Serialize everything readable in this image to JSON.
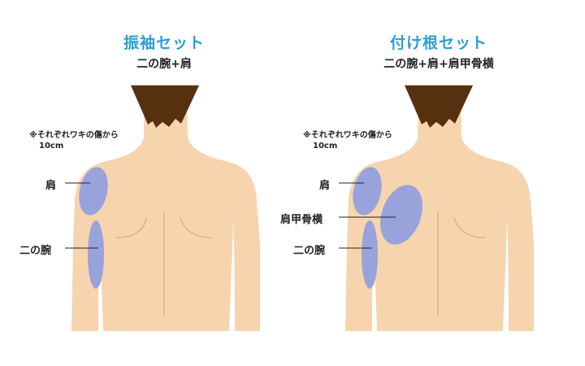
{
  "colors": {
    "title": "#2a9fd8",
    "skin": "#f6d4ae",
    "hair": "#57300f",
    "treatment_area": "#98a3dc"
  },
  "panels": [
    {
      "title": "振袖セット",
      "subtitle": "二の腕+肩",
      "note_line1": "※それぞれワキの傷から",
      "note_line2": "10cm",
      "labels": [
        "肩",
        "二の腕"
      ]
    },
    {
      "title": "付け根セット",
      "subtitle": "二の腕+肩+肩甲骨横",
      "note_line1": "※それぞれワキの傷から",
      "note_line2": "10cm",
      "labels": [
        "肩",
        "肩甲骨横",
        "二の腕"
      ]
    }
  ]
}
